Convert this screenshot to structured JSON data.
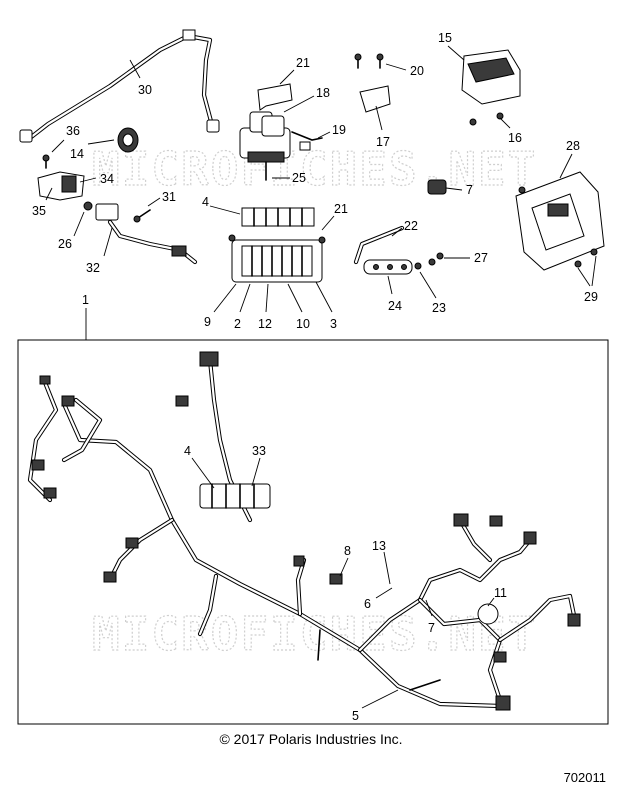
{
  "diagram": {
    "watermarks": [
      "MICROFICHES.NET",
      "MICROFICHES.NET"
    ],
    "callouts_upper": [
      {
        "id": "c1",
        "label": "1"
      },
      {
        "id": "c2",
        "label": "2"
      },
      {
        "id": "c3",
        "label": "3"
      },
      {
        "id": "c4",
        "label": "4"
      },
      {
        "id": "c7",
        "label": "7"
      },
      {
        "id": "c9",
        "label": "9"
      },
      {
        "id": "c10",
        "label": "10"
      },
      {
        "id": "c12",
        "label": "12"
      },
      {
        "id": "c14",
        "label": "14"
      },
      {
        "id": "c15",
        "label": "15"
      },
      {
        "id": "c16",
        "label": "16"
      },
      {
        "id": "c17",
        "label": "17"
      },
      {
        "id": "c18",
        "label": "18"
      },
      {
        "id": "c19",
        "label": "19"
      },
      {
        "id": "c20",
        "label": "20"
      },
      {
        "id": "c21a",
        "label": "21"
      },
      {
        "id": "c21b",
        "label": "21"
      },
      {
        "id": "c22",
        "label": "22"
      },
      {
        "id": "c23",
        "label": "23"
      },
      {
        "id": "c24",
        "label": "24"
      },
      {
        "id": "c25",
        "label": "25"
      },
      {
        "id": "c26",
        "label": "26"
      },
      {
        "id": "c27",
        "label": "27"
      },
      {
        "id": "c28",
        "label": "28"
      },
      {
        "id": "c29",
        "label": "29"
      },
      {
        "id": "c30",
        "label": "30"
      },
      {
        "id": "c31",
        "label": "31"
      },
      {
        "id": "c32",
        "label": "32"
      },
      {
        "id": "c34",
        "label": "34"
      },
      {
        "id": "c35",
        "label": "35"
      },
      {
        "id": "c36",
        "label": "36"
      }
    ],
    "callouts_lower": [
      {
        "id": "d4",
        "label": "4"
      },
      {
        "id": "d33",
        "label": "33"
      },
      {
        "id": "d8",
        "label": "8"
      },
      {
        "id": "d13",
        "label": "13"
      },
      {
        "id": "d6",
        "label": "6"
      },
      {
        "id": "d7",
        "label": "7"
      },
      {
        "id": "d11",
        "label": "11"
      },
      {
        "id": "d5",
        "label": "5"
      }
    ]
  },
  "footer": {
    "copyright": "© 2017 Polaris Industries Inc.",
    "drawing_number": "702011"
  }
}
